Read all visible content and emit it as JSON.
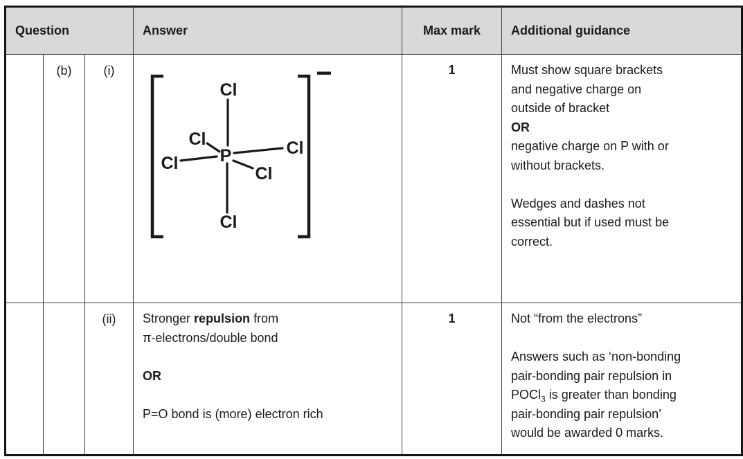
{
  "document": {
    "headers": {
      "question": "Question",
      "answer": "Answer",
      "max_mark": "Max mark",
      "additional_guidance": "Additional guidance"
    },
    "rows": [
      {
        "part": "(b)",
        "subpart": "(i)",
        "max_mark": "1",
        "structure": {
          "description": "octahedral PCl6 anion shown inside square brackets with negative charge",
          "center_atom": "P",
          "ligand_top": "Cl",
          "ligand_bottom": "Cl",
          "ligand_left": "Cl",
          "ligand_right": "Cl",
          "ligand_upper_left": "Cl",
          "ligand_lower_right": "Cl",
          "charge": "−"
        },
        "guidance": {
          "line1": "Must show square brackets",
          "line2": "and negative charge on",
          "line3": "outside of bracket",
          "or": "OR",
          "line4": "negative charge on P with or",
          "line5": "without brackets.",
          "line6": "Wedges and dashes not",
          "line7": "essential but if used must be",
          "line8": "correct."
        }
      },
      {
        "subpart": "(ii)",
        "max_mark": "1",
        "answer": {
          "line1_pre": "Stronger ",
          "line1_bold": "repulsion",
          "line1_post": " from",
          "line2": "π-electrons/double bond",
          "or": "OR",
          "line3": "P=O bond is (more) electron rich"
        },
        "guidance": {
          "line1": "Not “from the electrons”",
          "line2": "Answers such as ‘non-bonding",
          "line3": "pair-bonding pair repulsion in",
          "line4_pre": "POCl",
          "line4_sub": "3",
          "line4_post": " is greater than bonding",
          "line5": "pair-bonding pair repulsion’",
          "line6": "would be awarded 0 marks."
        }
      }
    ],
    "colors": {
      "header_background": "#d9d9d9",
      "border": "#3d3d3d",
      "text": "#1a1a1a"
    }
  }
}
